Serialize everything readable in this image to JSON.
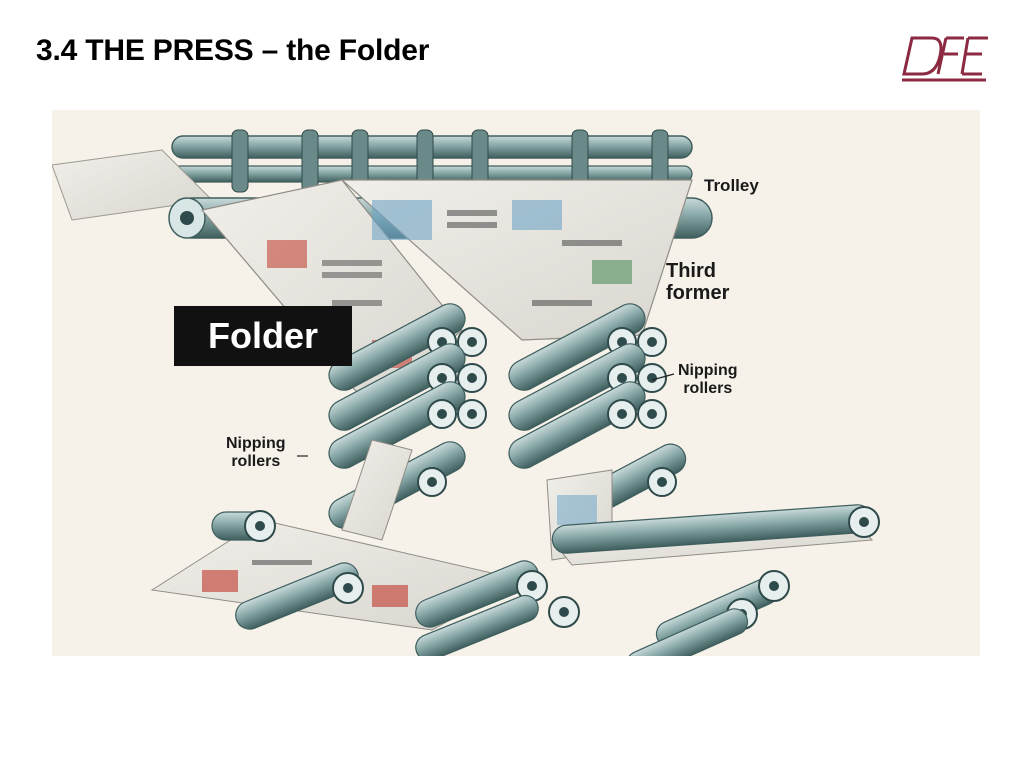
{
  "slide": {
    "title": "3.4 THE PRESS – the Folder"
  },
  "logo": {
    "text": "DFE",
    "color": "#8b2a40"
  },
  "diagram": {
    "labels": {
      "trolley": "Trolley",
      "third_former": "Third former",
      "third_former_line1": "Third",
      "third_former_line2": "former",
      "folder": "Folder",
      "nipping_right_1": "Nipping",
      "nipping_right_2": "rollers",
      "nipping_left_1": "Nipping",
      "nipping_left_2": "rollers"
    },
    "colors": {
      "roller": "#7f9f9f",
      "roller_dark": "#4e6d6d",
      "paper": "#e9e6de",
      "background": "#f7f2e9"
    }
  }
}
